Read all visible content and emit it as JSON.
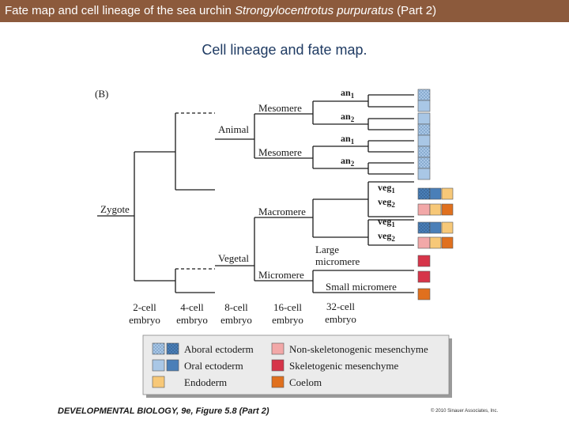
{
  "header": {
    "title_prefix": "Fate map and cell lineage of the sea urchin ",
    "title_species": "Strongylocentrotus purpuratus",
    "title_suffix": " (Part 2)"
  },
  "subtitle": "Cell lineage and fate map.",
  "diagram": {
    "panel_label": "(B)",
    "nodes": {
      "zygote": "Zygote",
      "animal": "Animal",
      "vegetal": "Vegetal",
      "mesomere_1": "Mesomere",
      "mesomere_2": "Mesomere",
      "macromere": "Macromere",
      "micromere": "Micromere",
      "large_micromere_1": "Large",
      "large_micromere_2": "micromere",
      "small_micromere": "Small micromere"
    },
    "tips": [
      {
        "base": "an",
        "sub": "1"
      },
      {
        "base": "an",
        "sub": "2"
      },
      {
        "base": "an",
        "sub": "1"
      },
      {
        "base": "an",
        "sub": "2"
      },
      {
        "base": "veg",
        "sub": "1"
      },
      {
        "base": "veg",
        "sub": "2"
      },
      {
        "base": "veg",
        "sub": "1"
      },
      {
        "base": "veg",
        "sub": "2"
      }
    ],
    "stages": [
      {
        "line1": "2-cell",
        "line2": "embryo"
      },
      {
        "line1": "4-cell",
        "line2": "embryo"
      },
      {
        "line1": "8-cell",
        "line2": "embryo"
      },
      {
        "line1": "16-cell",
        "line2": "embryo"
      },
      {
        "line1": "32-cell",
        "line2": "embryo"
      }
    ]
  },
  "legend": {
    "items": [
      {
        "label": "Aboral ectoderm",
        "color": "#a9c7e6",
        "dotted": true
      },
      {
        "label": "Oral ectoderm",
        "color": "#a9c7e6",
        "dotted": false
      },
      {
        "label": "Endoderm",
        "color": "#f7c878",
        "dotted": false
      },
      {
        "label": "Non-skeletonogenic mesenchyme",
        "color": "#f2a8a8",
        "dotted": false
      },
      {
        "label": "Skeletogenic mesenchyme",
        "color": "#d6354a",
        "dotted": false
      },
      {
        "label": "Coelom",
        "color": "#e0701e",
        "dotted": false
      }
    ],
    "aboral_dark_color": "#4a7fb8"
  },
  "footer": {
    "book": "DEVELOPMENTAL BIOLOGY, 9e, Figure 5.8 (Part 2)",
    "copyright": "© 2010 Sinauer Associates, Inc."
  }
}
